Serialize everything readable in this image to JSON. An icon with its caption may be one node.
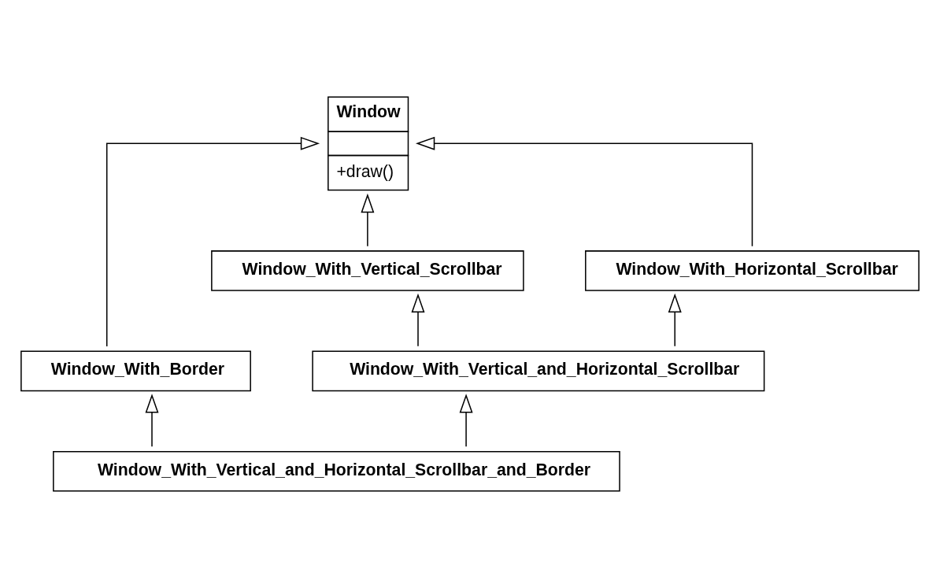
{
  "diagram": {
    "nodes": [
      {
        "text": [
          "Window",
          "+draw()"
        ]
      },
      {
        "text": [
          "Window_With_Vertical_Scrollbar"
        ]
      },
      {
        "text": [
          "Window_With_Border"
        ]
      },
      {
        "text": [
          "Window_With_Horizontal_Scrollbar"
        ]
      },
      {
        "text": [
          "Window_With_Vertical_and_Horizontal_Scrollbar"
        ]
      },
      {
        "text": [
          "Window_With_Vertical_and_Horizontal_Scrollbar_and_Border"
        ]
      }
    ],
    "edges": [
      {
        "from": 1,
        "to": 0,
        "arrow": "to"
      },
      {
        "from": 3,
        "to": 0,
        "arrow": "to"
      },
      {
        "from": 2,
        "to": 0,
        "arrow": "to"
      },
      {
        "from": 4,
        "to": 1,
        "arrow": "to"
      },
      {
        "from": 4,
        "to": 3,
        "arrow": "to"
      },
      {
        "from": 5,
        "to": 4,
        "arrow": "to"
      },
      {
        "from": 5,
        "to": 2,
        "arrow": "to"
      }
    ]
  }
}
